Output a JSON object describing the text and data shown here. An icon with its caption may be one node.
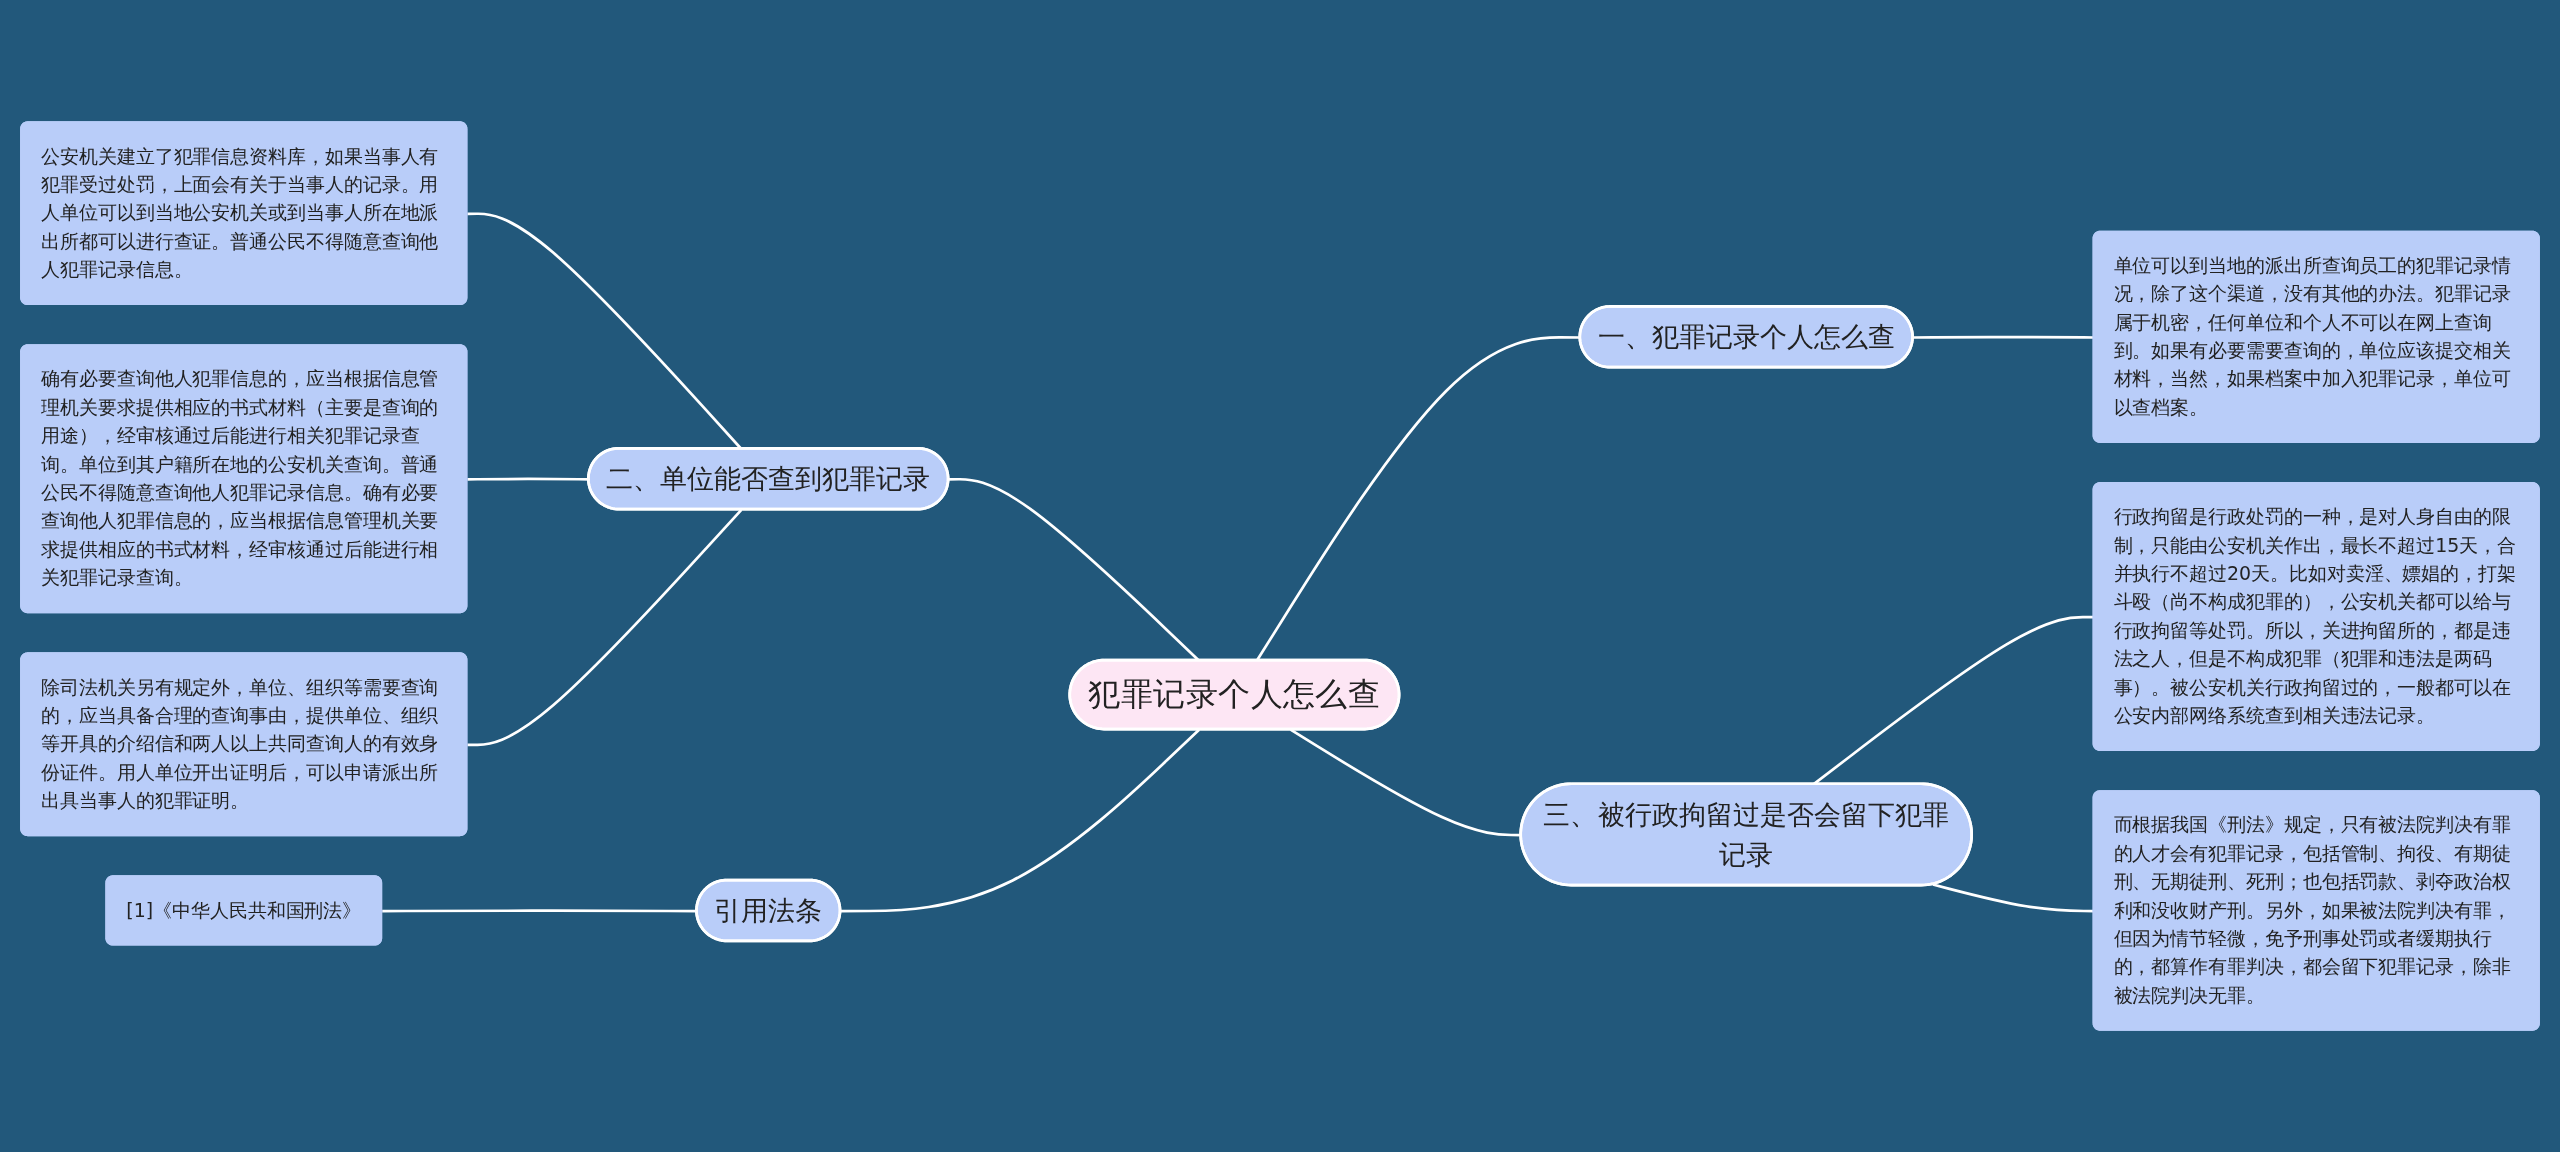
{
  "diagram": {
    "nodes": [
      {
        "text": [
          "犯罪记录个人怎么查"
        ]
      },
      {
        "text": [
          "一、犯罪记录个人怎么查"
        ]
      },
      {
        "text": [
          "单位可以到当地的派出所查询员工的犯罪记录情况，除了这个渠道，没有其他的办法。犯罪记录属于机密，任何单位和个人不可以在网上查询到。如果有必要需要查询的，单位应该提交相关材料，当然，如果档案中加入犯罪记录，单位可以查档案。"
        ]
      },
      {
        "text": [
          "二、单位能否查到犯罪记录"
        ]
      },
      {
        "text": [
          "公安机关建立了犯罪信息资料库，如果当事人有犯罪受过处罚，上面会有关于当事人的记录。用人单位可以到当地公安机关或到当事人所在地派出所都可以进行查证。普通公民不得随意查询他人犯罪记录信息。"
        ]
      },
      {
        "text": [
          "确有必要查询他人犯罪信息的，应当根据信息管理机关要求提供相应的书式材料（主要是查询的用途），经审核通过后能进行相关犯罪记录查询。单位到其户籍所在地的公安机关查询。普通公民不得随意查询他人犯罪记录信息。确有必要查询他人犯罪信息的，应当根据信息管理机关要求提供相应的书式材料，经审核通过后能进行相关犯罪记录查询。"
        ]
      },
      {
        "text": [
          "除司法机关另有规定外，单位、组织等需要查询的，应当具备合理的查询事由，提供单位、组织等开具的介绍信和两人以上共同查询人的有效身份证件。用人单位开出证明后，可以申请派出所出具当事人的犯罪证明。"
        ]
      },
      {
        "text": [
          "三、被行政拘留过是否会留下犯罪记录"
        ]
      },
      {
        "text": [
          "行政拘留是行政处罚的一种，是对人身自由的限制，只能由公安机关作出，最长不超过15天，合并执行不超过20天。比如对卖淫、嫖娼的，打架斗殴（尚不构成犯罪的），公安机关都可以给与行政拘留等处罚。所以，关进拘留所的，都是违法之人，但是不构成犯罪（犯罪和违法是两码事）。被公安机关行政拘留过的，一般都可以在公安内部网络系统查到相关违法记录。"
        ]
      },
      {
        "text": [
          "而根据我国《刑法》规定，只有被法院判决有罪的人才会有犯罪记录，包括管制、拘役、有期徒刑、无期徒刑、死刑；也包括罚款、剥夺政治权利和没收财产刑。另外，如果被法院判决有罪，但因为情节轻微，免予刑事处罚或者缓期执行的，都算作有罪判决，都会留下犯罪记录，除非被法院判决无罪。"
        ]
      },
      {
        "text": [
          "[1]《中华人民共和国刑法》"
        ]
      },
      {
        "text": [
          "引用法条"
        ]
      }
    ],
    "edges": [
      {
        "from": 0,
        "to": 1,
        "arrow": "none"
      },
      {
        "from": 1,
        "to": 2,
        "arrow": "none"
      },
      {
        "from": 0,
        "to": 3,
        "arrow": "none"
      },
      {
        "from": 3,
        "to": 4,
        "arrow": "none"
      },
      {
        "from": 3,
        "to": 5,
        "arrow": "none"
      },
      {
        "from": 3,
        "to": 6,
        "arrow": "none"
      },
      {
        "from": 0,
        "to": 7,
        "arrow": "none"
      },
      {
        "from": 7,
        "to": 8,
        "arrow": "none"
      },
      {
        "from": 7,
        "to": 9,
        "arrow": "none"
      },
      {
        "from": 0,
        "to": 11,
        "arrow": "none"
      },
      {
        "from": 11,
        "to": 10,
        "arrow": "none"
      }
    ]
  }
}
